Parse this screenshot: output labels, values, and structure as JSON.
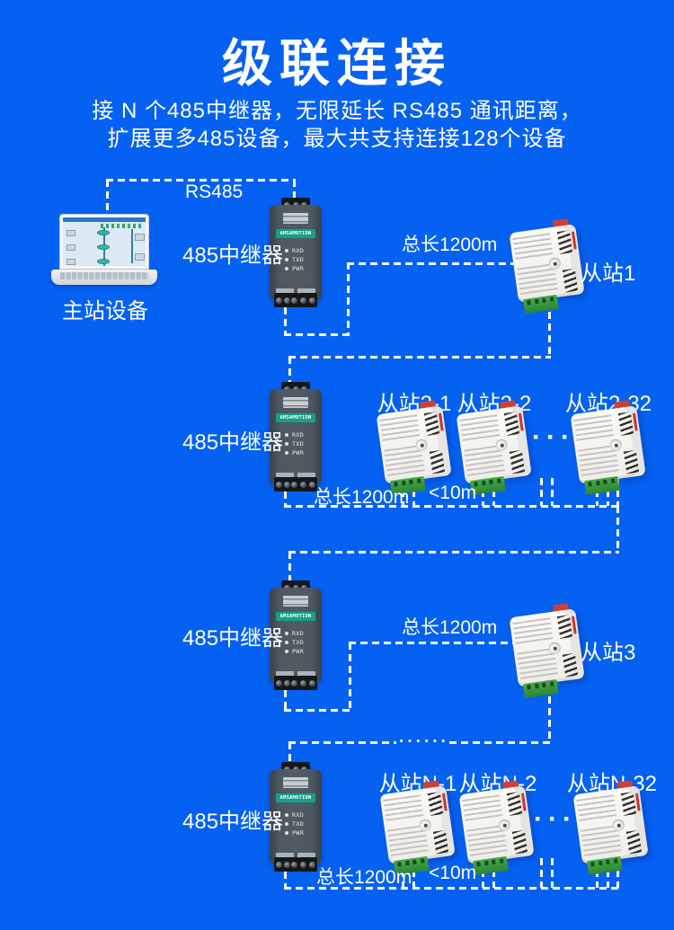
{
  "header": {
    "title": "级联连接",
    "subtitle_line1": "接 N 个485中继器，无限延长 RS485 通讯距离，",
    "subtitle_line2": "扩展更多485设备，最大共支持连接128个设备"
  },
  "labels": {
    "master_station": "主站设备",
    "rs485": "RS485",
    "repeater": "485中继器",
    "total_length": "总长1200m",
    "max_gap": "<10m",
    "ellipsis_small": "···",
    "ellipsis_line": "······"
  },
  "repeater_device": {
    "brand": "AMSAMOTION",
    "leds": [
      "RXD",
      "TXD",
      "PWR"
    ]
  },
  "slaves": {
    "row1": "从站1",
    "row2": [
      "从站2-1",
      "从站2-2",
      "从站2-32"
    ],
    "row3": "从站3",
    "row4": [
      "从站N-1",
      "从站N-2",
      "从站N-32"
    ]
  }
}
